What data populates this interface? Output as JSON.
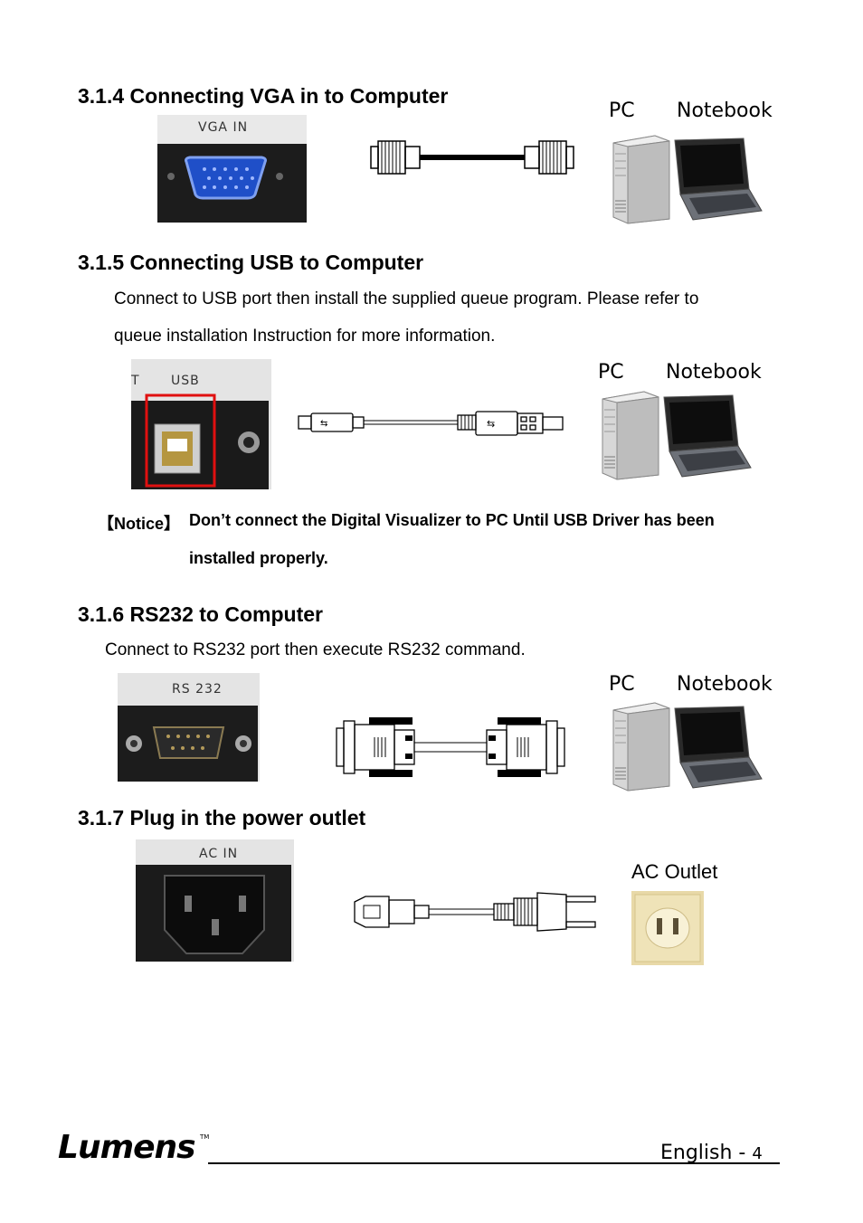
{
  "sections": {
    "vga": {
      "heading": "3.1.4 Connecting VGA in to Computer",
      "port_label": "VGA IN",
      "pc_label": "PC",
      "notebook_label": "Notebook"
    },
    "usb": {
      "heading": "3.1.5 Connecting USB to Computer",
      "text_line1": "Connect to USB port then install the supplied queue program. Please refer to",
      "text_line2": "queue installation Instruction for more information.",
      "port_label": "USB",
      "port_label_left": "T",
      "pc_label": "PC",
      "notebook_label": "Notebook",
      "notice_prefix": "【Notice】",
      "notice_line1": "Don’t connect the Digital Visualizer to PC Until USB Driver has been",
      "notice_line2": "installed properly."
    },
    "rs232": {
      "heading": "3.1.6 RS232 to Computer",
      "text": "Connect to RS232 port then execute RS232 command.",
      "port_label": "RS 232",
      "pc_label": "PC",
      "notebook_label": "Notebook"
    },
    "power": {
      "heading": "3.1.7 Plug in the power outlet",
      "port_label": "AC IN",
      "outlet_label": "AC Outlet"
    }
  },
  "footer": {
    "logo": "Lumens",
    "trademark": "TM",
    "language": "English - ",
    "page": "4"
  },
  "colors": {
    "vga_connector": "#2f5fd6",
    "usb_highlight": "#e01010",
    "panel_dark": "#1a1a1a",
    "outlet_beige": "#e8d9a8"
  }
}
